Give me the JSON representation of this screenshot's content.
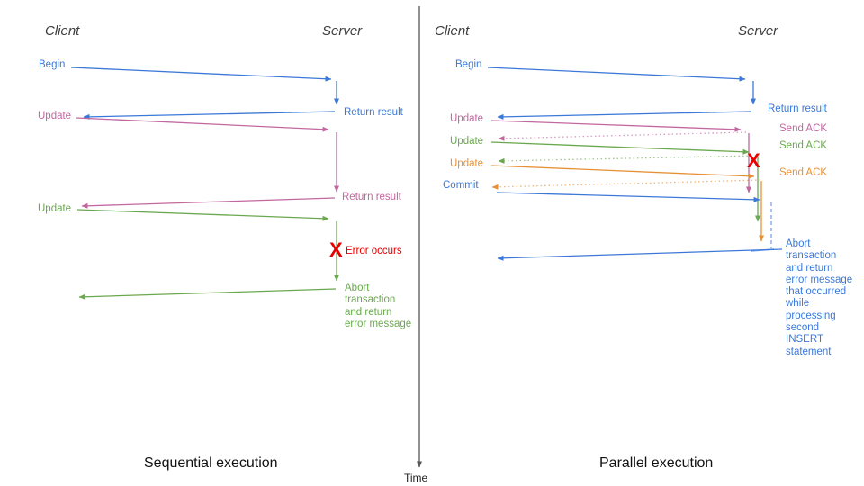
{
  "colors": {
    "blue": "#3c78d8",
    "pink": "#c2679f",
    "green": "#6aa84f",
    "orange": "#e69138",
    "red": "#e80000",
    "light_blue": "#6d9eeb",
    "axis": "#555555"
  },
  "time_axis": {
    "label": "Time"
  },
  "left_panel": {
    "title": "Sequential execution",
    "client_header": "Client",
    "server_header": "Server",
    "labels": {
      "begin": "Begin",
      "return_result_1": "Return result",
      "update_1": "Update",
      "return_result_2": "Return result",
      "update_2": "Update",
      "error_mark": "X",
      "error_occurs": "Error occurs",
      "abort_note": "Abort\ntransaction\nand return\nerror message"
    }
  },
  "right_panel": {
    "title": "Parallel execution",
    "client_header": "Client",
    "server_header": "Server",
    "labels": {
      "begin": "Begin",
      "return_result": "Return result",
      "update_1": "Update",
      "send_ack_1": "Send ACK",
      "update_2": "Update",
      "send_ack_2": "Send ACK",
      "update_3": "Update",
      "send_ack_3": "Send ACK",
      "commit": "Commit",
      "error_mark": "X",
      "abort_note": "Abort\ntransaction\nand return\nerror message\nthat occurred\nwhile\nprocessing\nsecond\nINSERT\nstatement"
    }
  }
}
